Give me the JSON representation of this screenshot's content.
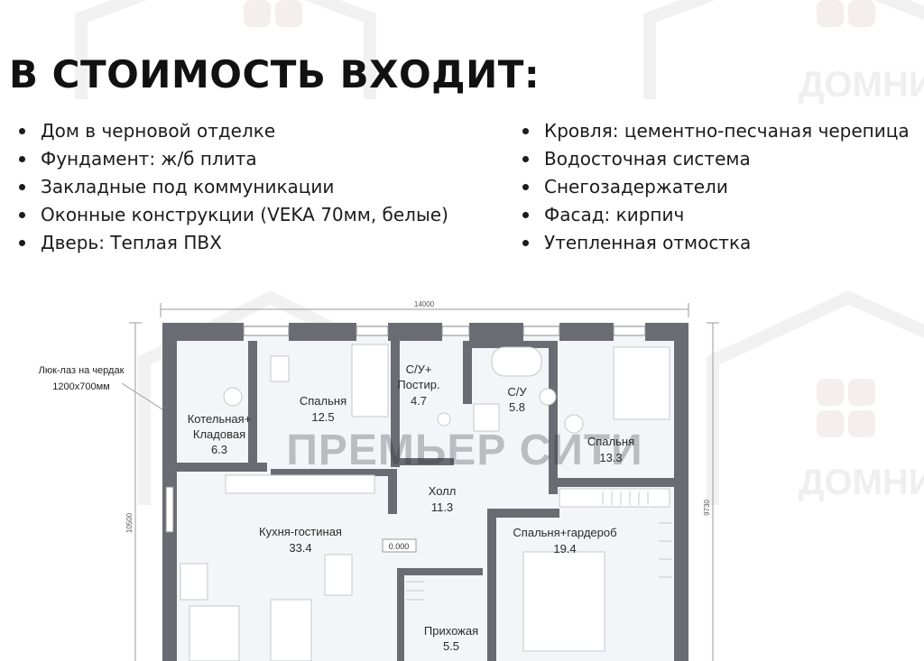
{
  "heading": "В СТОИМОСТЬ ВХОДИТ:",
  "included_left": [
    "Дом в черновой отделке",
    "Фундамент: ж/б плита",
    "Закладные под коммуникации",
    "Оконные конструкции (VEKA 70мм, белые)",
    "Дверь: Теплая ПВХ"
  ],
  "included_right": [
    "Кровля: цементно-песчаная черепица",
    "Водосточная система",
    "Снегозадержатели",
    "Фасад: кирпич",
    "Утепленная отмостка"
  ],
  "plan": {
    "dim_width": "14000",
    "dim_height_left": "10500",
    "dim_height_right": "9730",
    "hatch_label_line1": "Люк-лаз на чердак",
    "hatch_label_line2": "1200х700мм",
    "level_mark": "0.000",
    "watermark_brand": "ПРЕМЬЕР СИТИ",
    "watermark_side": "ДОМНИ",
    "rooms": {
      "boiler": {
        "line1": "Котельная+",
        "line2": "Кладовая",
        "area": "6.3"
      },
      "bedroom1": {
        "name": "Спальня",
        "area": "12.5"
      },
      "bath1": {
        "line1": "С/У+",
        "line2": "Постир.",
        "area": "4.7"
      },
      "bath2": {
        "name": "С/У",
        "area": "5.8"
      },
      "bedroom2": {
        "name": "Спальня",
        "area": "13.3"
      },
      "hall": {
        "name": "Холл",
        "area": "11.3"
      },
      "kitchen": {
        "name": "Кухня-гостиная",
        "area": "33.4"
      },
      "bedroom3": {
        "name": "Спальня+гардероб",
        "area": "19.4"
      },
      "entry": {
        "name": "Прихожая",
        "area": "5.5"
      }
    }
  }
}
